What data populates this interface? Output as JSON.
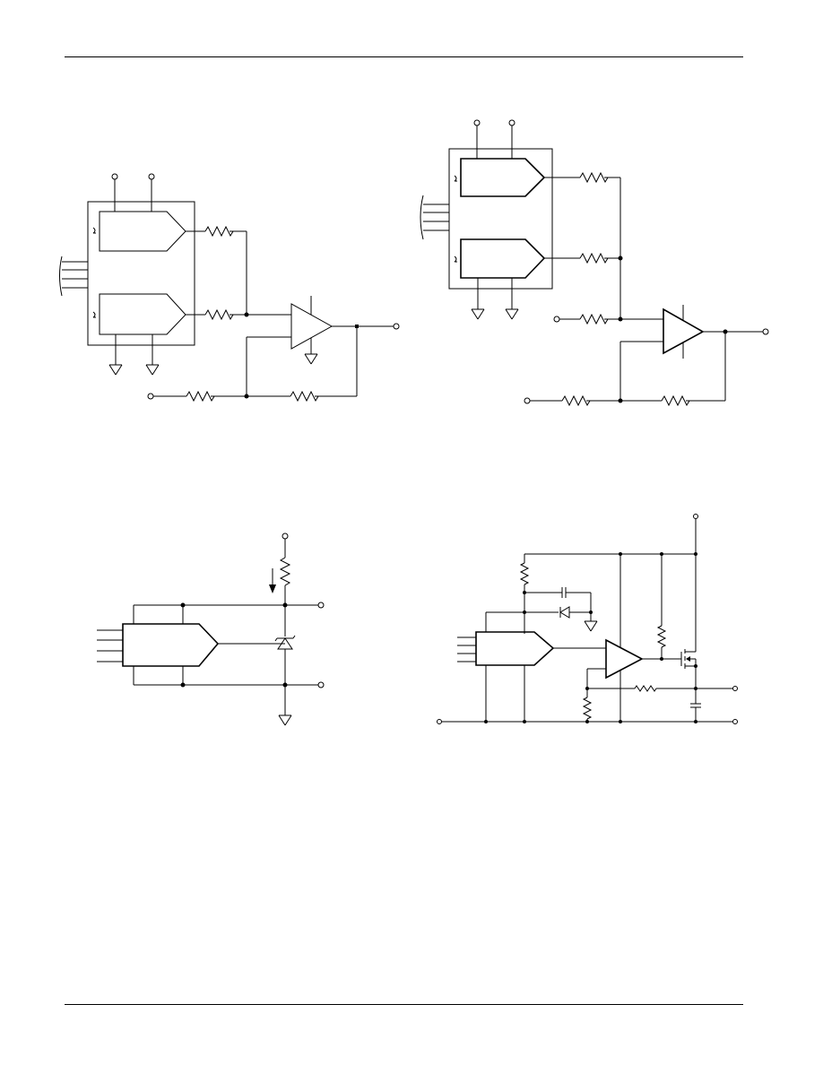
{
  "page": {
    "header_rule": true,
    "footer_rule": true
  },
  "figures": [
    {
      "id": "fig-1",
      "description_visible": false
    },
    {
      "id": "fig-2",
      "description_visible": false
    },
    {
      "id": "fig-3",
      "description_visible": false
    },
    {
      "id": "fig-4",
      "description_visible": false
    }
  ],
  "colors": {
    "ink": "#000000",
    "paper": "#ffffff"
  }
}
